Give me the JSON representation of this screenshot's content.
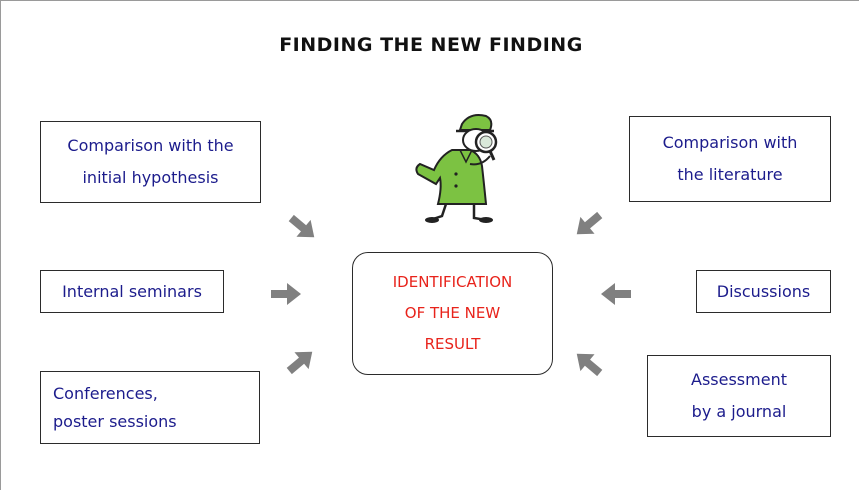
{
  "diagram": {
    "title": "FINDING THE NEW FINDING",
    "center": {
      "lines": [
        "IDENTIFICATION",
        "OF THE NEW",
        "RESULT"
      ],
      "color": "#e8231b"
    },
    "boxes": {
      "comparison_hypothesis": [
        "Comparison with the",
        "initial hypothesis"
      ],
      "internal_seminars": [
        "Internal seminars"
      ],
      "conferences": [
        "Conferences,",
        "poster sessions"
      ],
      "comparison_literature": [
        "Comparison with",
        "the literature"
      ],
      "discussions": [
        "Discussions"
      ],
      "assessment": [
        "Assessment",
        "by a journal"
      ]
    },
    "illustration": "detective-with-magnifying-glass",
    "colors": {
      "box_text": "#1c1c8c",
      "arrow": "#808080",
      "detective_coat": "#7cc242"
    }
  }
}
